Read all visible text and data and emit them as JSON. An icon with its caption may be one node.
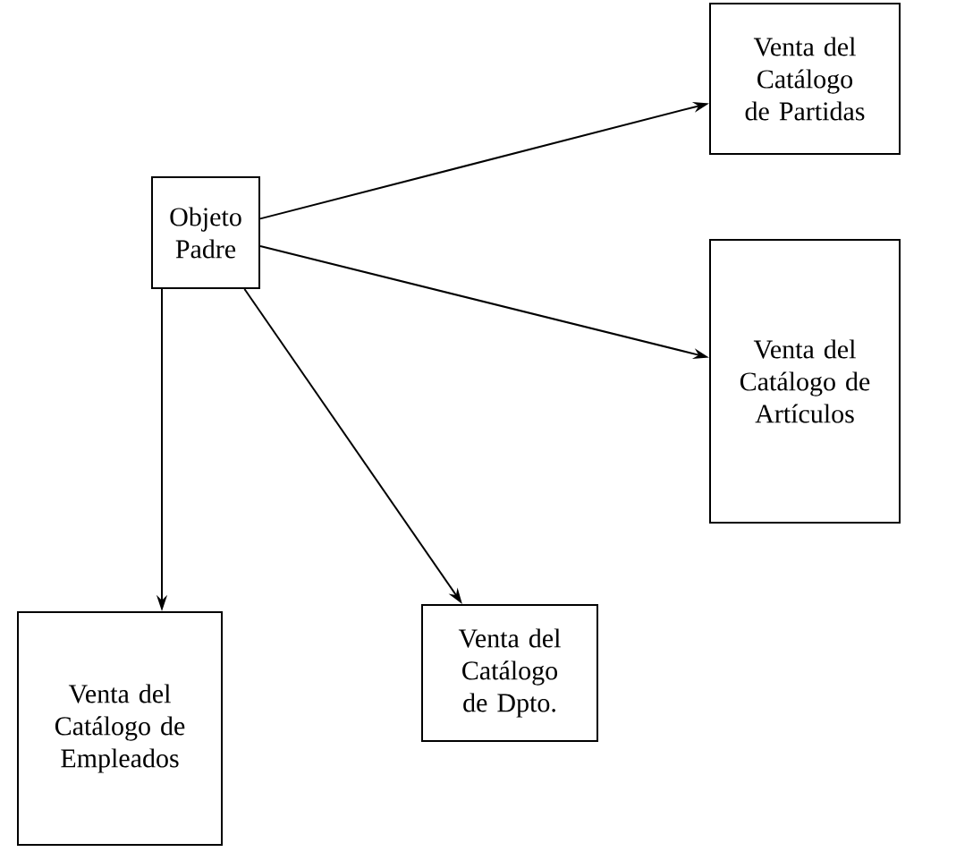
{
  "diagram": {
    "nodes": [
      {
        "text": [
          "Objeto Padre"
        ]
      },
      {
        "text": [
          "Venta del Catálogo de Partidas"
        ]
      },
      {
        "text": [
          "Venta del Catálogo de Artículos"
        ]
      },
      {
        "text": [
          "Venta del Catálogo de Empleados"
        ]
      },
      {
        "text": [
          "Venta del Catálogo de Dpto."
        ]
      }
    ],
    "edges": [
      {
        "from": 0,
        "to": 1,
        "arrow": "to"
      },
      {
        "from": 0,
        "to": 2,
        "arrow": "to"
      },
      {
        "from": 0,
        "to": 3,
        "arrow": "to"
      },
      {
        "from": 0,
        "to": 4,
        "arrow": "to"
      }
    ]
  }
}
